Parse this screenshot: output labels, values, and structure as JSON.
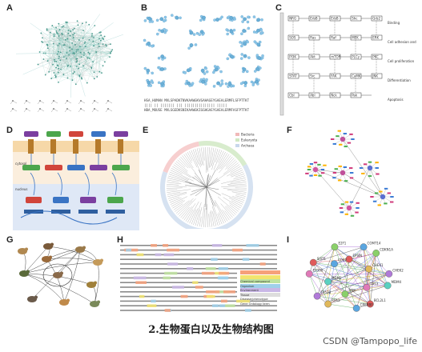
{
  "panels": {
    "a": {
      "label": "A"
    },
    "b": {
      "label": "B",
      "seq_human": "HSA_HUMAN   MVLSPADKTNVKAAWGKVGAHAGEYGAEALERMFLSFPTTKT",
      "seq_mouse": "HBA_MOUSE   MVLSGEDKSNIKAAWGKIGGHGAEYGAEALERMFASFPTTKT",
      "seq_match": "  ||||   ||  |||||||  |||  ||||||||||||||| |||||"
    },
    "c": {
      "label": "C",
      "nodes": [
        "NRG",
        "ErbB",
        "ErbB",
        "Shc",
        "Grb2",
        "SOS",
        "Ras",
        "Raf",
        "MEK",
        "ERK",
        "PI3K",
        "Akt",
        "mTOR",
        "PLCγ",
        "PKC",
        "STAT",
        "Src",
        "FAK",
        "CaMK",
        "JNK",
        "Cbl",
        "Abl",
        "Nck",
        "Pak"
      ],
      "notes": [
        "Binding",
        "Cell adhesion and spreading",
        "Cell proliferation",
        "Differentiation",
        "Apoptosis"
      ]
    },
    "d": {
      "label": "D",
      "side": [
        "cytosol",
        "nucleus"
      ]
    },
    "e": {
      "label": "E",
      "legend": [
        "Bacteria",
        "Eukaryota",
        "Archaea"
      ]
    },
    "f": {
      "label": "F"
    },
    "g": {
      "label": "G"
    },
    "h": {
      "label": "H",
      "legend": [
        "Chemical compound",
        "Organism",
        "Environment",
        "Tissue",
        "Disease/phenotype",
        "Gene Ontology term"
      ]
    },
    "i": {
      "label": "I",
      "nodes": [
        "EPSIN",
        "COMT14",
        "CDKN1A",
        "CHEK1",
        "CHEK2",
        "MDM4",
        "TP53",
        "BCL2L1",
        "CREBBP",
        "ATM",
        "RPA1",
        "TP53B",
        "MDM2",
        "EP300",
        "SIRT1",
        "CDK2",
        "E2F1"
      ]
    }
  },
  "caption": "2.生物蛋白以及生物结构图",
  "watermark": "CSDN @Tampopo_life",
  "colors": {
    "network_blue": "#6ab0d8",
    "network_teal": "#3fa69a",
    "membrane": "#f4c98a",
    "purple": "#7b3fa0",
    "green": "#4ca64c"
  }
}
